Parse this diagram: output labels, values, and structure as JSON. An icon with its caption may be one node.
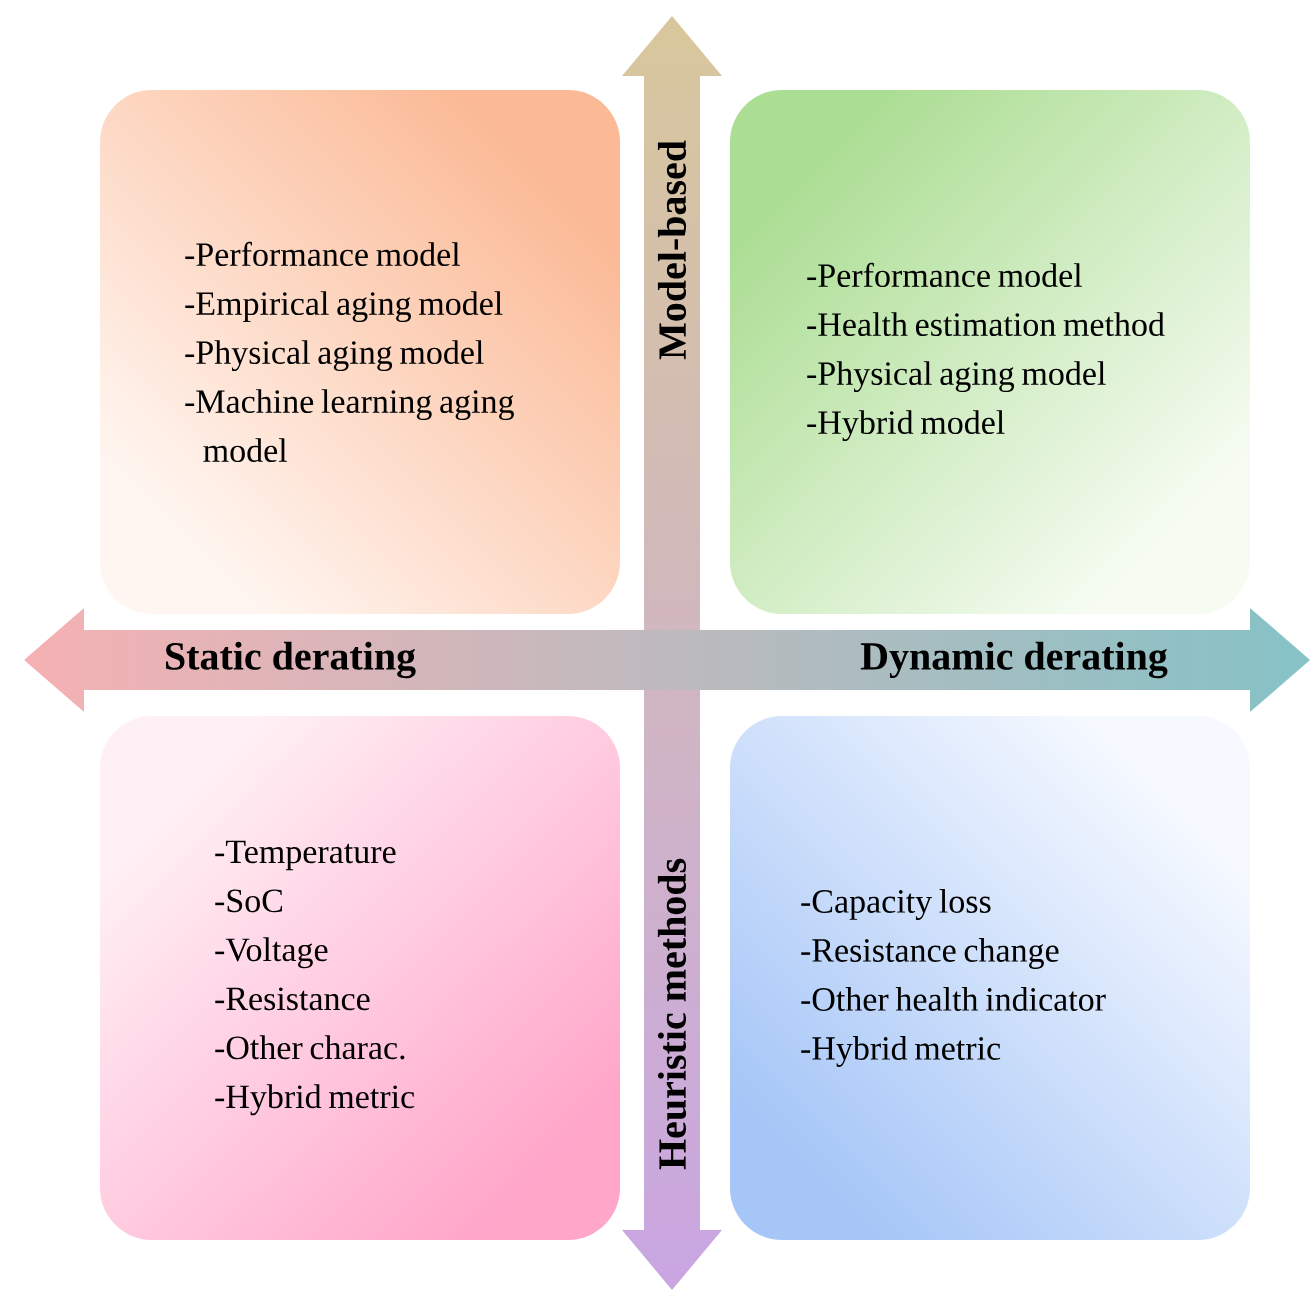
{
  "diagram": {
    "nodes": [
      {
        "text": [
          "-Performance model",
          "-Empirical aging model",
          "-Physical aging model",
          "-Machine learning aging model"
        ]
      },
      {
        "text": [
          "-Performance model",
          "-Health estimation method",
          "-Physical aging model",
          "-Hybrid model"
        ]
      },
      {
        "text": [
          "-Temperature",
          "-SoC",
          "-Voltage",
          "-Resistance",
          "-Other charac.",
          "-Hybrid metric"
        ]
      },
      {
        "text": [
          "-Capacity loss",
          "-Resistance change",
          "-Other health indicator",
          "-Hybrid metric"
        ]
      }
    ],
    "labels": [
      "Model-based",
      "Static derating",
      "Dynamic derating",
      "Heuristic methods"
    ]
  }
}
